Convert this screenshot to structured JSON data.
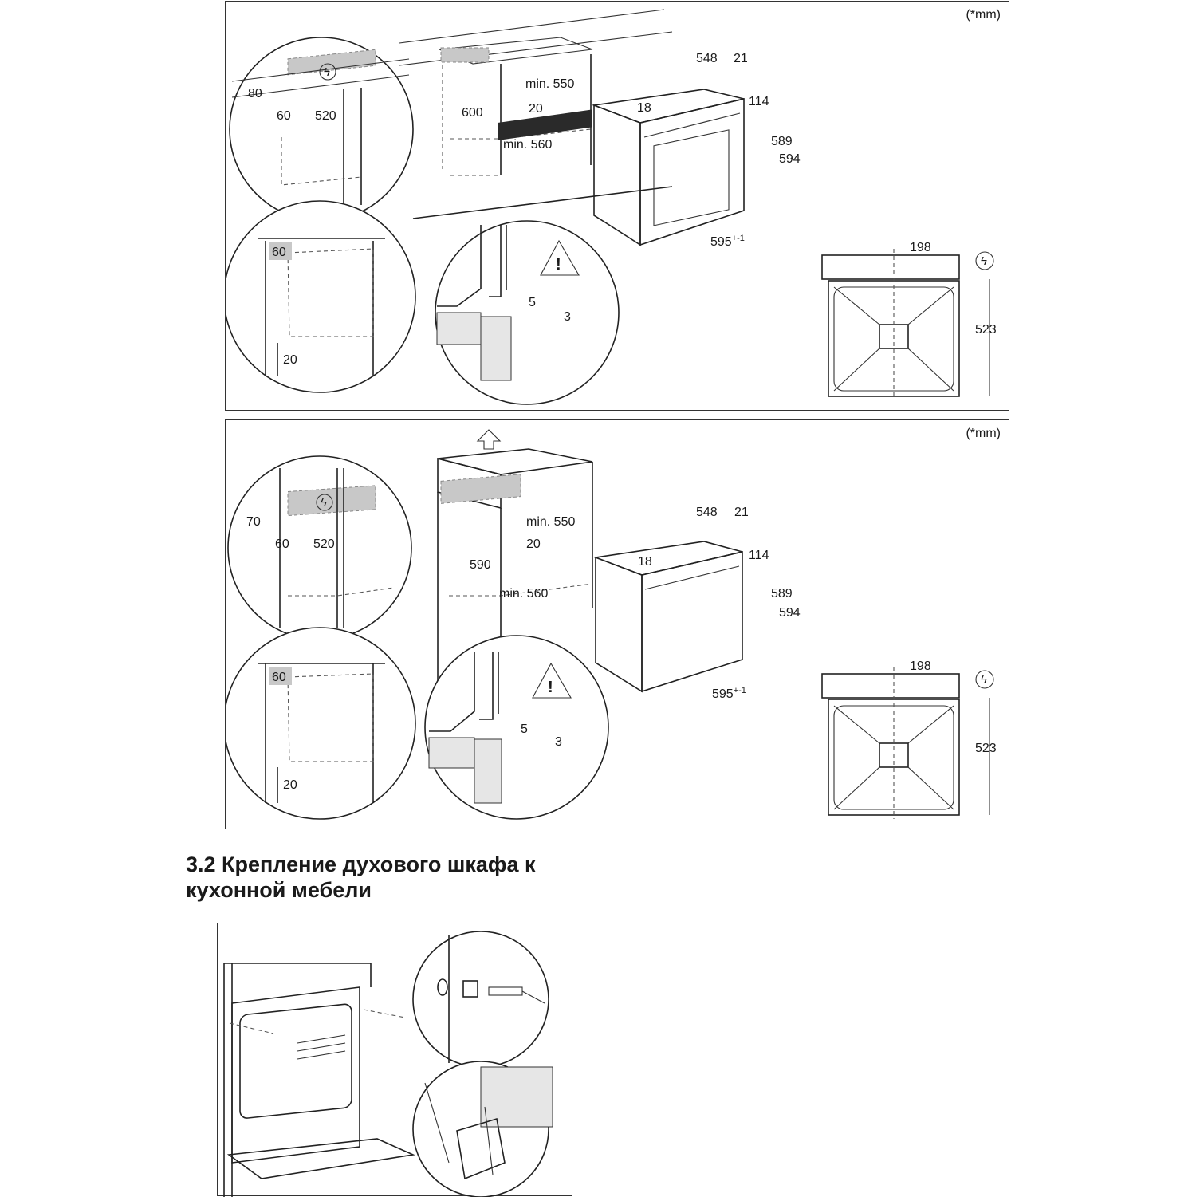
{
  "panel1": {
    "unit_note": "(*mm)",
    "dims": {
      "d80": "80",
      "d60a": "60",
      "d520": "520",
      "d600": "600",
      "min550": "min. 550",
      "d20a": "20",
      "min560": "min. 560",
      "d548": "548",
      "d21": "21",
      "d18": "18",
      "d114": "114",
      "d589": "589",
      "d594": "594",
      "d595": "595",
      "d595sup": "+-1",
      "d60b": "60",
      "d20b": "20",
      "d5": "5",
      "d3": "3",
      "d198": "198",
      "d523": "523"
    }
  },
  "panel2": {
    "unit_note": "(*mm)",
    "dims": {
      "d70": "70",
      "d60a": "60",
      "d520": "520",
      "d590": "590",
      "min550": "min. 550",
      "d20a": "20",
      "min560": "min. 560",
      "d548": "548",
      "d21": "21",
      "d18": "18",
      "d114": "114",
      "d589": "589",
      "d594": "594",
      "d595": "595",
      "d595sup": "+-1",
      "d60b": "60",
      "d20b": "20",
      "d5": "5",
      "d3": "3",
      "d198": "198",
      "d523": "523"
    }
  },
  "section": {
    "heading_line1": "3.2 Крепление духового шкафа к",
    "heading_line2": "кухонной мебели"
  }
}
